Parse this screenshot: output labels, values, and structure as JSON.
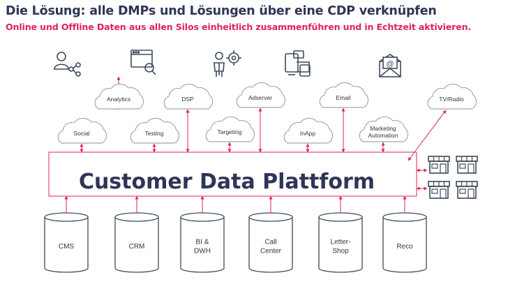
{
  "header": {
    "title": "Die Lösung: alle DMPs und Lösungen über eine CDP verknüpfen",
    "subtitle": "Online und Offline Daten aus allen Silos einheitlich zusammenführen und in Echtzeit aktivieren."
  },
  "platform": {
    "label": "Customer Data Plattform"
  },
  "clouds": [
    {
      "id": "analytics",
      "lines": [
        "Analytics"
      ]
    },
    {
      "id": "dsp",
      "lines": [
        "DSP"
      ]
    },
    {
      "id": "adserver",
      "lines": [
        "Adserver"
      ]
    },
    {
      "id": "email",
      "lines": [
        "Email"
      ]
    },
    {
      "id": "tv-radio",
      "lines": [
        "TV/Radio"
      ]
    },
    {
      "id": "social",
      "lines": [
        "Social"
      ]
    },
    {
      "id": "testing",
      "lines": [
        "Testing"
      ]
    },
    {
      "id": "targeting",
      "lines": [
        "Targeting"
      ]
    },
    {
      "id": "inapp",
      "lines": [
        "InApp"
      ]
    },
    {
      "id": "marketing-automation",
      "lines": [
        "Marketing",
        "Automation"
      ]
    }
  ],
  "databases": [
    {
      "id": "cms",
      "lines": [
        "CMS"
      ]
    },
    {
      "id": "crm",
      "lines": [
        "CRM"
      ]
    },
    {
      "id": "bi-dwh",
      "lines": [
        "BI &",
        "DWH"
      ]
    },
    {
      "id": "call-center",
      "lines": [
        "Call",
        "Center"
      ]
    },
    {
      "id": "letter-shop",
      "lines": [
        "Letter-",
        "Shop"
      ]
    },
    {
      "id": "reco",
      "lines": [
        "Reco"
      ]
    }
  ],
  "icons": [
    "user-share-icon",
    "browser-search-icon",
    "target-person-icon",
    "devices-icon",
    "email-envelope-icon",
    "store-icon"
  ],
  "colors": {
    "title": "#2f3557",
    "subtitle": "#e0215e",
    "arrow": "#e0215e",
    "outline": "#8a8f99",
    "icon": "#3c4a5c"
  }
}
